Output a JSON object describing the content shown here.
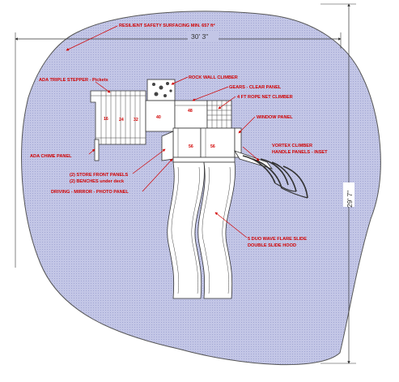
{
  "colors": {
    "surface_fill": "#c3c6e6",
    "label_red": "#d10000",
    "line_dark": "#333333"
  },
  "dimensions": {
    "width": "30' 3\"",
    "depth": "29' 7\""
  },
  "labels": {
    "surfacing": "RESILIENT SAFETY SURFACING MIN. 657 ft²",
    "ada_stepper": "ADA TRIPLE STEPPER - Pickets",
    "rock_wall": "ROCK WALL CLIMBER",
    "gears": "GEARS - CLEAR PANEL",
    "rope_net": "4 FT ROPE NET CLIMBER",
    "window": "WINDOW PANEL",
    "ada_chime": "ADA CHIME PANEL",
    "vortex_line1": "VORTEX CLIMBER",
    "vortex_line2": "HANDLE PANELS - INSET",
    "store_front": "(2) STORE FRONT PANELS",
    "benches": "(2) BENCHES under deck",
    "driving": "DRIVING - MIRROR - PHOTO PANEL",
    "slide_line1": "5 DUO WAVE FLARE SLIDE",
    "slide_line2": "DOUBLE SLIDE HOOD"
  },
  "deck_heights": [
    "16",
    "24",
    "32",
    "40",
    "48",
    "56",
    "56"
  ]
}
